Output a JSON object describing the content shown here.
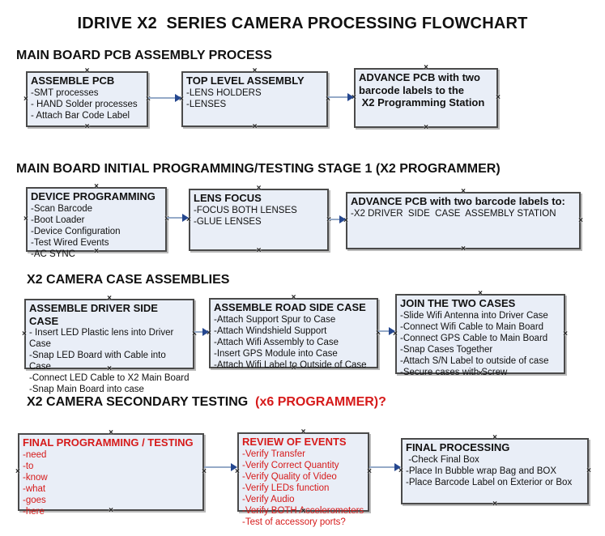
{
  "page": {
    "title": "IDRIVE X2  SERIES CAMERA PROCESSING FLOWCHART"
  },
  "colors": {
    "box_fill": "#e9eef7",
    "box_border": "#4a4a4a",
    "red": "#d61a1a",
    "arrow_line": "#95aac8",
    "arrow_head": "#25478f"
  },
  "icons": {
    "connection_anchor": "×"
  },
  "sections": [
    {
      "heading": "MAIN BOARD PCB ASSEMBLY PROCESS",
      "boxes": [
        {
          "title": "ASSEMBLE PCB",
          "items": [
            "-SMT processes",
            "- HAND Solder processes",
            "- Attach Bar Code Label"
          ]
        },
        {
          "title": "TOP LEVEL ASSEMBLY",
          "items": [
            "-LENS HOLDERS",
            "-LENSES"
          ]
        },
        {
          "title": "ADVANCE PCB with two\nbarcode labels to the\n X2 Programming Station",
          "items": []
        }
      ]
    },
    {
      "heading": "MAIN BOARD INITIAL PROGRAMMING/TESTING STAGE 1 (X2 PROGRAMMER)",
      "boxes": [
        {
          "title": "DEVICE PROGRAMMING",
          "items": [
            "-Scan Barcode",
            "-Boot Loader",
            "-Device Configuration",
            "-Test Wired Events",
            "-AC SYNC"
          ]
        },
        {
          "title": "LENS FOCUS",
          "items": [
            "-FOCUS BOTH LENSES",
            "-GLUE LENSES"
          ]
        },
        {
          "title": "ADVANCE PCB with two barcode labels to:",
          "items": [
            "-X2 DRIVER  SIDE  CASE  ASSEMBLY STATION"
          ]
        }
      ]
    },
    {
      "heading": "X2 CAMERA CASE ASSEMBLIES",
      "boxes": [
        {
          "title": "ASSEMBLE DRIVER SIDE CASE",
          "items": [
            "- Insert LED Plastic lens into Driver Case",
            "-Snap LED Board with Cable into Case",
            "-Connect LED Cable to X2 Main Board",
            "-Snap Main Board into case"
          ]
        },
        {
          "title": "ASSEMBLE ROAD SIDE CASE",
          "items": [
            "-Attach Support Spur to Case",
            "-Attach Windshield Support",
            "-Attach Wifi Assembly to Case",
            "-Insert GPS Module into Case",
            "-Attach Wifi Label to Outside of Case"
          ]
        },
        {
          "title": "JOIN THE TWO CASES",
          "items": [
            "-Slide Wifi Antenna into Driver Case",
            "-Connect Wifi Cable to Main Board",
            "-Connect GPS Cable to Main Board",
            "-Snap Cases Together",
            "-Attach S/N Label to outside of case",
            "-Secure cases with Screw"
          ]
        }
      ]
    },
    {
      "heading": "X2 CAMERA SECONDARY TESTING ",
      "heading_red": " (x6 PROGRAMMER)?",
      "boxes": [
        {
          "title": "FINAL PROGRAMMING / TESTING",
          "items": [
            "-need",
            "-to",
            "-know",
            "-what",
            "-goes",
            "-here"
          ]
        },
        {
          "title": "REVIEW OF EVENTS",
          "items": [
            "-Verify Transfer",
            "-Verify Correct Quantity",
            "-Verify Quality of Video",
            "-Verify LEDs function",
            "-Verify Audio",
            "-Verify BOTH Accelerometers",
            "-Test of accessory ports?"
          ]
        },
        {
          "title": "FINAL PROCESSING",
          "items": [
            " -Check Final Box",
            "-Place In Bubble wrap Bag and BOX",
            "-Place Barcode Label on Exterior or Box"
          ]
        }
      ]
    }
  ]
}
